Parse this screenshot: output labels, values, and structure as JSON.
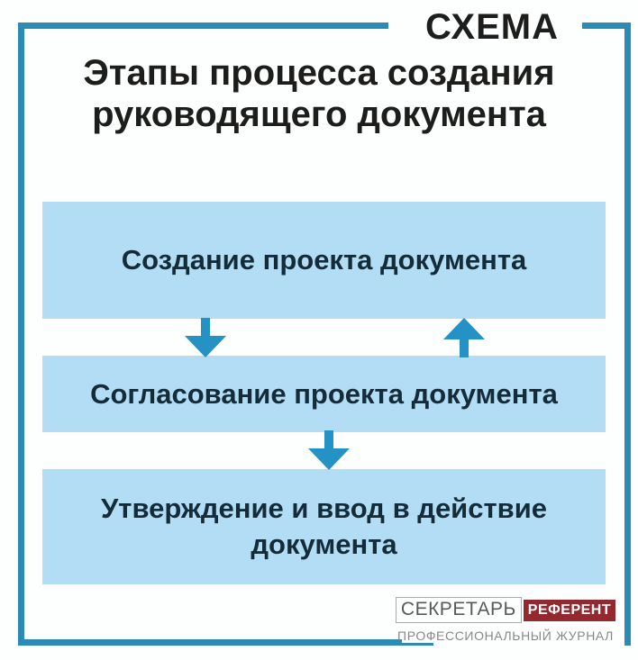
{
  "header": {
    "kicker": "СХЕМА",
    "title_lines": [
      "Этапы процесса создания",
      "руководящего документа"
    ]
  },
  "flow": {
    "box_color": "#b3ddf4",
    "arrow_color": "#2492c5",
    "boxes": [
      {
        "label": "Создание проекта документа"
      },
      {
        "label": "Согласование проекта документа"
      },
      {
        "label": "Утверждение и ввод в действие документа"
      }
    ],
    "arrows": [
      {
        "name": "arrow-down-left",
        "direction": "down"
      },
      {
        "name": "arrow-up-right",
        "direction": "up"
      },
      {
        "name": "arrow-down-center",
        "direction": "down"
      }
    ]
  },
  "frame": {
    "border_color": "#2b8bb5"
  },
  "footer_logo": {
    "brand_left": "СЕКРЕТАРЬ",
    "brand_right": "РЕФЕРЕНТ",
    "brand_right_bg": "#93282f",
    "tagline": "ПРОФЕССИОНАЛЬНЫЙ ЖУРНАЛ"
  }
}
